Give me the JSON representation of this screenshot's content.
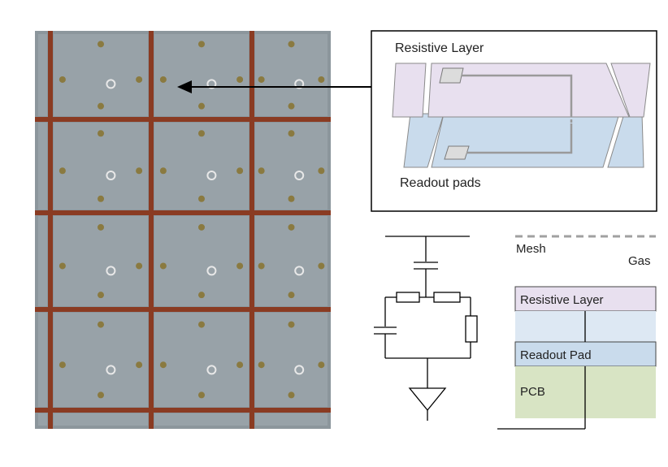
{
  "colors": {
    "resistive": "#e8e0ef",
    "readout": "#c9dbec",
    "gas": "#dde8f3",
    "pcb": "#d8e4c4",
    "mesh": "#a0a0a0",
    "photo_base": "#8c969c",
    "photo_grid": "#8a3b22",
    "dot": "#8a7a40",
    "line": "#000000",
    "trace": "#9a9a9a"
  },
  "photo": {
    "icon": "microscope-photo-icon",
    "via_icon": "via-dot-icon"
  },
  "pad_diagram": {
    "resistive_label": "Resistive Layer",
    "readout_label": "Readout pads"
  },
  "circuit": {
    "capacitor_icon": "capacitor-icon",
    "resistor_icon": "resistor-icon",
    "amplifier_icon": "amplifier-triangle-icon"
  },
  "stack": {
    "mesh_label": "Mesh",
    "gas_label": "Gas",
    "resistive_label": "Resistive Layer",
    "readout_label": "Readout Pad",
    "pcb_label": "PCB"
  }
}
